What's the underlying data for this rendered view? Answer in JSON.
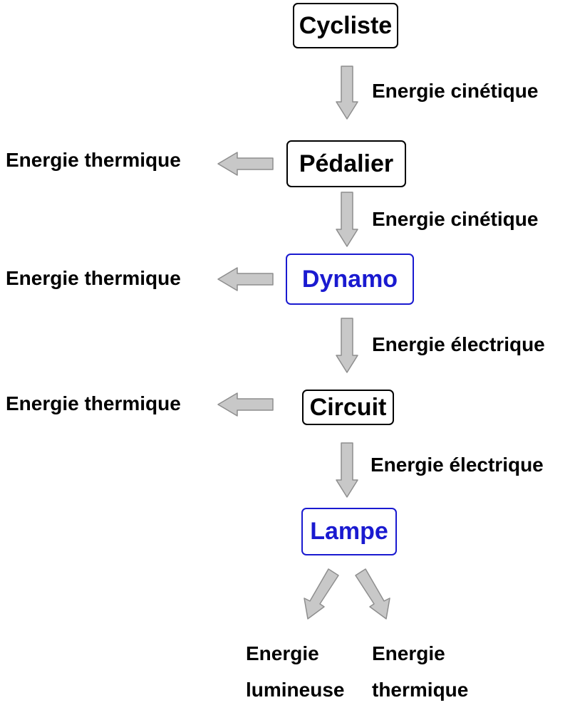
{
  "nodes": {
    "cycliste": "Cycliste",
    "pedalier": "Pédalier",
    "dynamo": "Dynamo",
    "circuit": "Circuit",
    "lampe": "Lampe"
  },
  "flows": {
    "cycliste_to_pedalier": "Energie cinétique",
    "pedalier_to_dynamo": "Energie cinétique",
    "dynamo_to_circuit": "Energie électrique",
    "circuit_to_lampe": "Energie électrique"
  },
  "losses": {
    "pedalier": "Energie thermique",
    "dynamo": "Energie thermique",
    "circuit": "Energie thermique"
  },
  "outputs": {
    "lumineuse_line1": "Energie",
    "lumineuse_line2": "lumineuse",
    "thermique_line1": "Energie",
    "thermique_line2": "thermique"
  },
  "colors": {
    "node_border_default": "#000000",
    "node_highlight": "#1a1ad0",
    "arrow_fill": "#c8c8c8",
    "arrow_stroke": "#8e8e8e"
  }
}
